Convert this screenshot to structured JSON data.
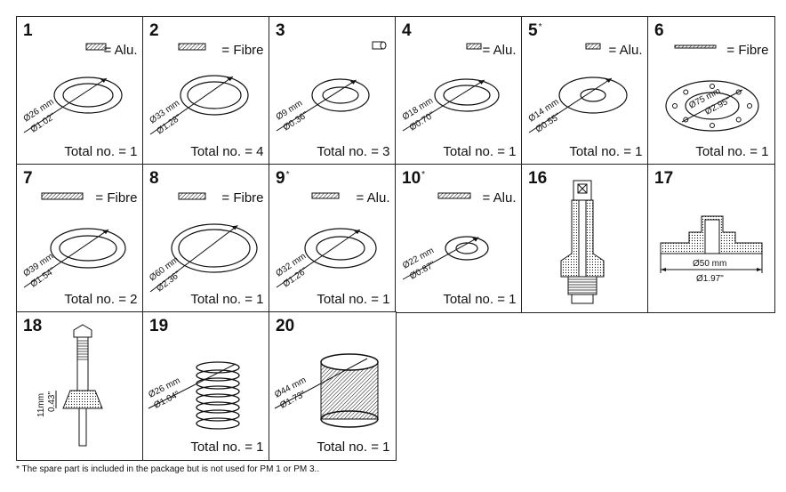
{
  "footnote": "* The spare part is included in the package but is not used for PM 1 or PM 3..",
  "parts": [
    {
      "number": "1",
      "star": "",
      "material": "= Alu.",
      "total": "Total no. = 1",
      "d1": "Ø26 mm",
      "d2": "Ø1.02\""
    },
    {
      "number": "2",
      "star": "",
      "material": "= Fibre",
      "total": "Total no. = 4",
      "d1": "Ø33 mm",
      "d2": "Ø1.28\""
    },
    {
      "number": "3",
      "star": "",
      "material": "",
      "total": "Total no. = 3",
      "d1": "Ø9 mm",
      "d2": "Ø0.36\""
    },
    {
      "number": "4",
      "star": "",
      "material": "= Alu.",
      "total": "Total no. = 1",
      "d1": "Ø18 mm",
      "d2": "Ø0.70\""
    },
    {
      "number": "5",
      "star": "*",
      "material": "= Alu.",
      "total": "Total no. = 1",
      "d1": "Ø14 mm",
      "d2": "Ø0.55\""
    },
    {
      "number": "6",
      "star": "",
      "material": "= Fibre",
      "total": "Total no. = 1",
      "d1": "Ø75 mm",
      "d2": "Ø2.95\""
    },
    {
      "number": "7",
      "star": "",
      "material": "= Fibre",
      "total": "Total no. = 2",
      "d1": "Ø39 mm",
      "d2": "Ø1.54\""
    },
    {
      "number": "8",
      "star": "",
      "material": "= Fibre",
      "total": "Total no. = 1",
      "d1": "Ø60 mm",
      "d2": "Ø2.36\""
    },
    {
      "number": "9",
      "star": "*",
      "material": "= Alu.",
      "total": "Total no. = 1",
      "d1": "Ø32 mm",
      "d2": "Ø1.26\""
    },
    {
      "number": "10",
      "star": "*",
      "material": "= Alu.",
      "total": "Total no. = 1",
      "d1": "Ø22 mm",
      "d2": "Ø0.87\""
    },
    {
      "number": "16",
      "star": "",
      "material": "",
      "total": "",
      "d1": "",
      "d2": ""
    },
    {
      "number": "17",
      "star": "",
      "material": "",
      "total": "",
      "d1": "Ø50 mm",
      "d2": "Ø1.97\""
    },
    {
      "number": "18",
      "star": "",
      "material": "",
      "total": "",
      "d1": "11mm",
      "d2": "0.43\""
    },
    {
      "number": "19",
      "star": "",
      "material": "",
      "total": "Total no. = 1",
      "d1": "Ø26 mm",
      "d2": "Ø1.04\""
    },
    {
      "number": "20",
      "star": "",
      "material": "",
      "total": "Total no. = 1",
      "d1": "Ø44 mm",
      "d2": "Ø1.73\""
    }
  ]
}
